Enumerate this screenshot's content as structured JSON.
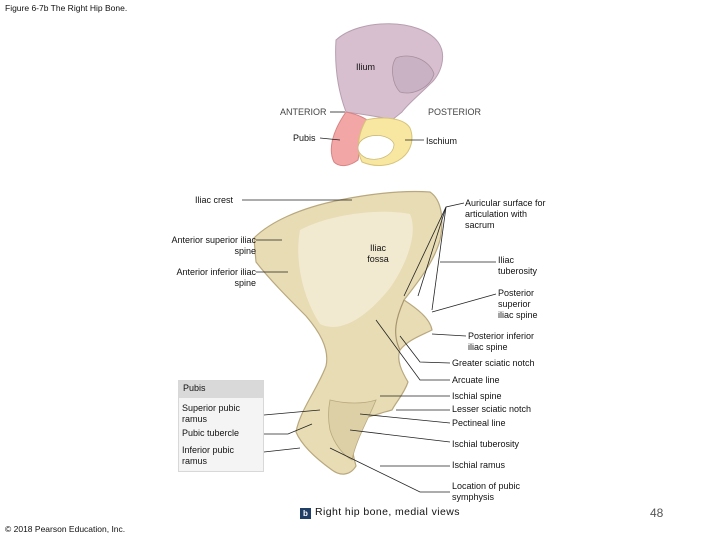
{
  "figure_title": "Figure 6-7b The Right Hip Bone.",
  "inset": {
    "ilium": "Ilium",
    "anterior": "ANTERIOR",
    "posterior": "POSTERIOR",
    "pubis": "Pubis",
    "ischium": "Ischium"
  },
  "labels_left": {
    "iliac_crest": "Iliac crest",
    "asis": "Anterior superior iliac spine",
    "aiis": "Anterior inferior iliac spine"
  },
  "labels_center": {
    "iliac_fossa": "Iliac fossa"
  },
  "labels_right": {
    "auricular": "Auricular surface for articulation with sacrum",
    "iliac_tuberosity": "Iliac tuberosity",
    "psis": "Posterior superior iliac spine",
    "piis": "Posterior inferior iliac spine",
    "greater_notch": "Greater sciatic notch",
    "arcuate": "Arcuate line",
    "ischial_spine": "Ischial spine",
    "lesser_notch": "Lesser sciatic notch",
    "pectineal": "Pectineal line",
    "ischial_tuberosity": "Ischial tuberosity",
    "ischial_ramus": "Ischial ramus",
    "symphysis": "Location of pubic symphysis"
  },
  "pubis_box": {
    "heading": "Pubis",
    "superior_ramus": "Superior pubic ramus",
    "tubercle": "Pubic tubercle",
    "inferior_ramus": "Inferior pubic ramus"
  },
  "caption": {
    "badge": "b",
    "text": "Right hip bone, medial views"
  },
  "page_number": "48",
  "copyright": "© 2018 Pearson Education, Inc.",
  "colors": {
    "ilium": "#d7bfd0",
    "pubis": "#f2a6a6",
    "ischium": "#f7e7a0",
    "bone": "#e8dcb4",
    "caption_badge": "#1f3f66"
  }
}
